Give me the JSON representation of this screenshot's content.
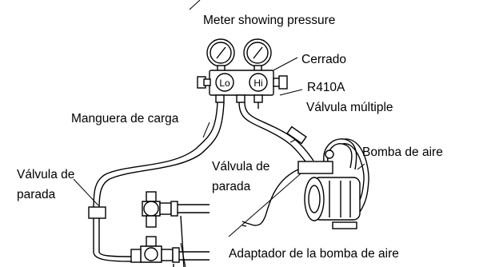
{
  "labels": {
    "meter": "Meter showing pressure",
    "cerrado": "Cerrado",
    "r410a": "R410A",
    "valvula_multiple": "Válvula múltiple",
    "manguera": "Manguera de carga",
    "bomba": "Bomba de aire",
    "valvula_left_1": "Válvula de",
    "valvula_left_2": "parada",
    "valvula_mid_1": "Válvula de",
    "valvula_mid_2": "parada",
    "adaptador": "Adaptador de la bomba de aire"
  },
  "gauges": {
    "lo": "Lo",
    "hi": "Hi"
  }
}
